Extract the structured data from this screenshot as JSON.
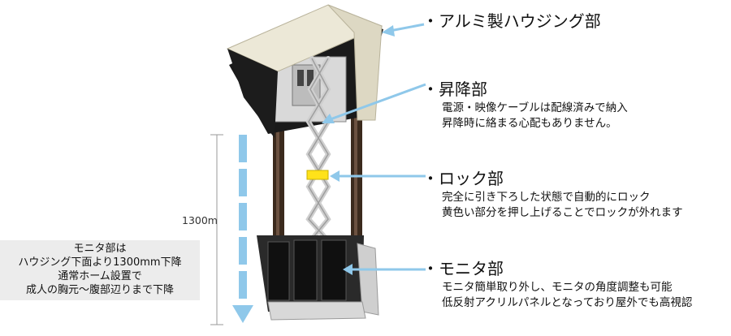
{
  "colors": {
    "arrow": "#8fc8ea",
    "housing": "#ece8d7",
    "latch": "#ffe21a",
    "frame": "#3a2a1c"
  },
  "labels": {
    "housing": {
      "title": "・アルミ製ハウジング部"
    },
    "lift": {
      "title": "・昇降部",
      "lines": [
        "電源・映像ケーブルは配線済みで納入",
        "昇降時に絡まる心配もありません。"
      ]
    },
    "lock": {
      "title": "・ロック部",
      "lines": [
        "完全に引き下ろした状態で自動的にロック",
        "黄色い部分を押し上げることでロックが外れます"
      ]
    },
    "monitor": {
      "title": "・モニタ部",
      "lines": [
        "モニタ簡単取り外し、モニタの角度調整も可能",
        "低反射アクリルパネルとなっており屋外でも高視認"
      ]
    }
  },
  "dimension": {
    "label": "1300m"
  },
  "note": {
    "lines": [
      "モニタ部は",
      "ハウジング下面より1300mm下降",
      "通常ホーム設置で",
      "成人の胸元～腹部辺りまで下降"
    ]
  }
}
